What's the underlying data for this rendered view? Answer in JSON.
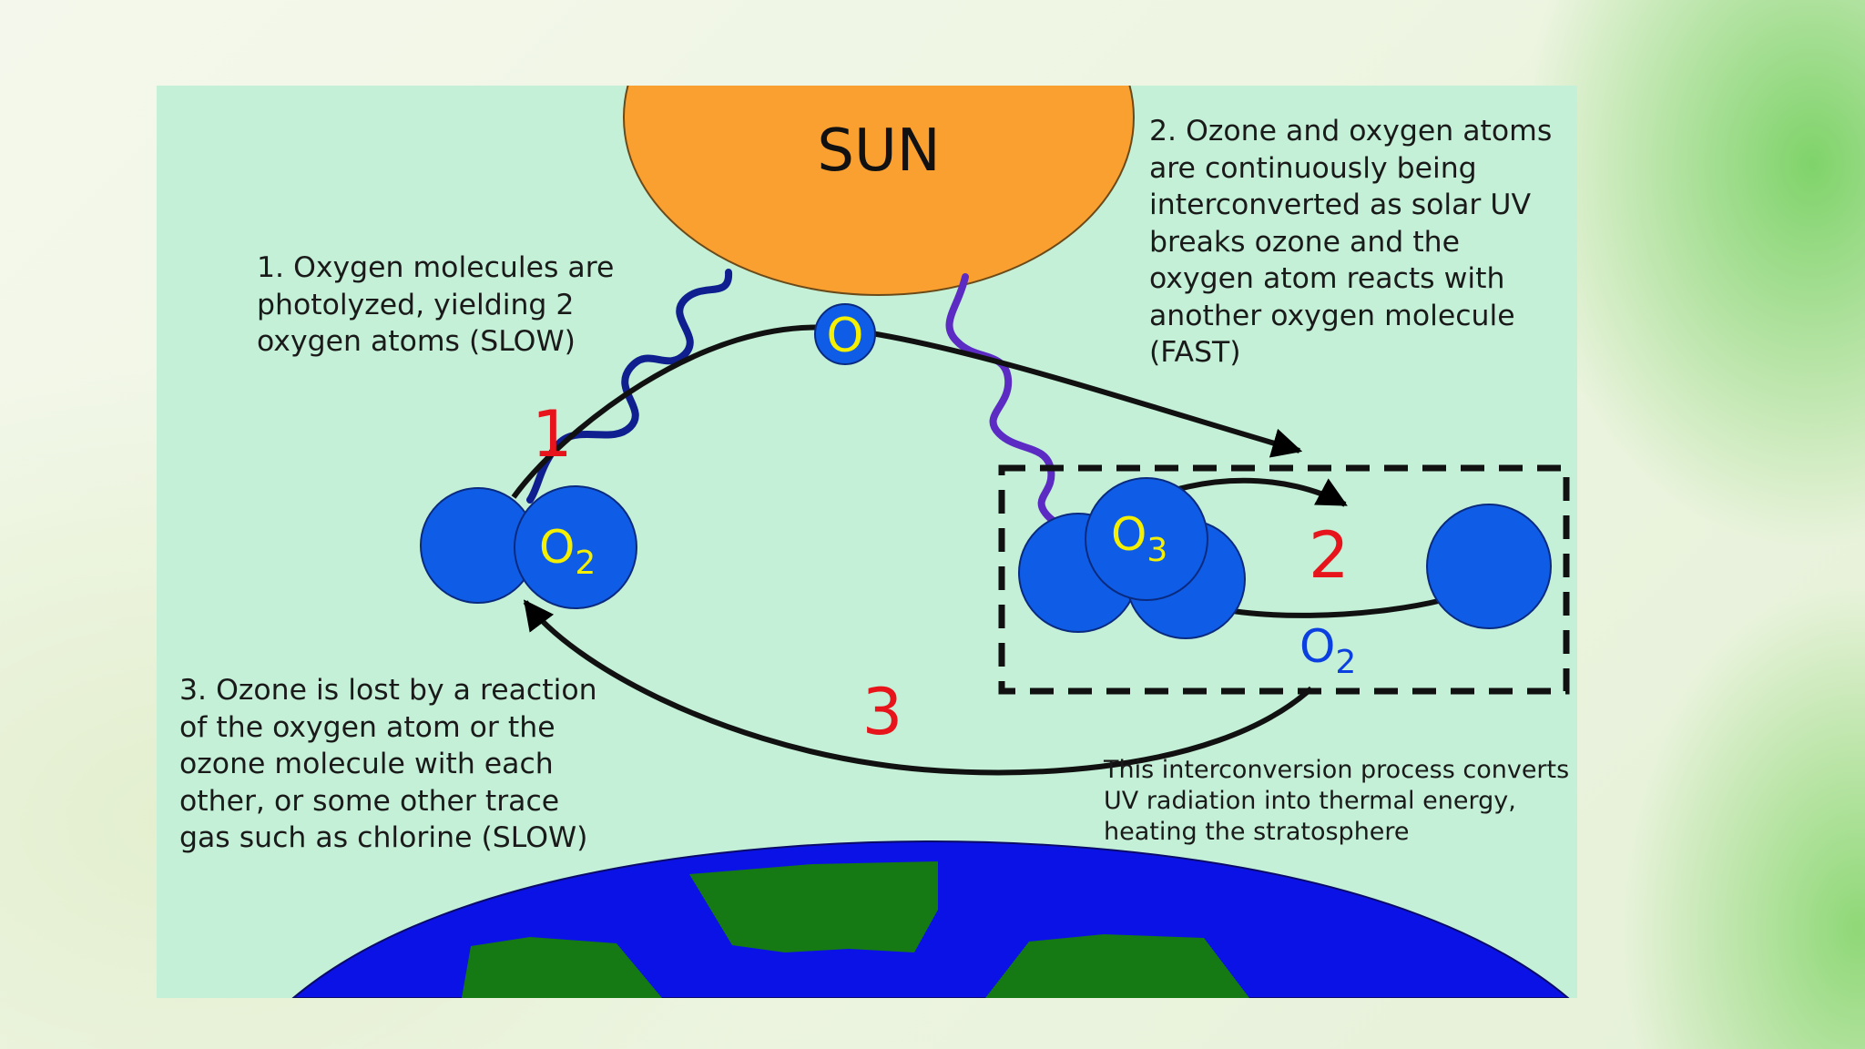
{
  "diagram": {
    "sun_label": "SUN",
    "step_numbers": {
      "one": "1",
      "two": "2",
      "three": "3"
    },
    "molecules": {
      "o2_left": {
        "label": "O",
        "sub": "2"
      },
      "o_atom": {
        "label": "O"
      },
      "o3": {
        "label": "O",
        "sub": "3"
      },
      "o2_right": {
        "label": "O",
        "sub": "2"
      }
    },
    "captions": {
      "step1": "1. Oxygen molecules are\nphotolyzed, yielding 2\noxygen atoms (SLOW)",
      "step2": "2. Ozone and oxygen atoms\nare continuously being\ninterconverted as solar UV\nbreaks ozone and the\noxygen atom reacts with\nanother oxygen molecule\n(FAST)",
      "step3": "3. Ozone is lost by a reaction\nof the oxygen atom or the\nozone molecule with each\nother, or some other trace\ngas such as chlorine (SLOW)",
      "interconversion": "This interconversion process converts\nUV radiation into thermal energy,\nheating the stratosphere"
    },
    "colors": {
      "background": "#c3f0d6",
      "sun": "#f9a030",
      "molecule": "#0f5de6",
      "molecule_label": "#f5f000",
      "step_number": "#e8141c",
      "o2_label": "#0b3fe0",
      "earth_ocean": "#0b12e6",
      "earth_land": "#157a14",
      "uv_wave_1": "#0f1f8f",
      "uv_wave_2": "#5b2bc4"
    }
  }
}
